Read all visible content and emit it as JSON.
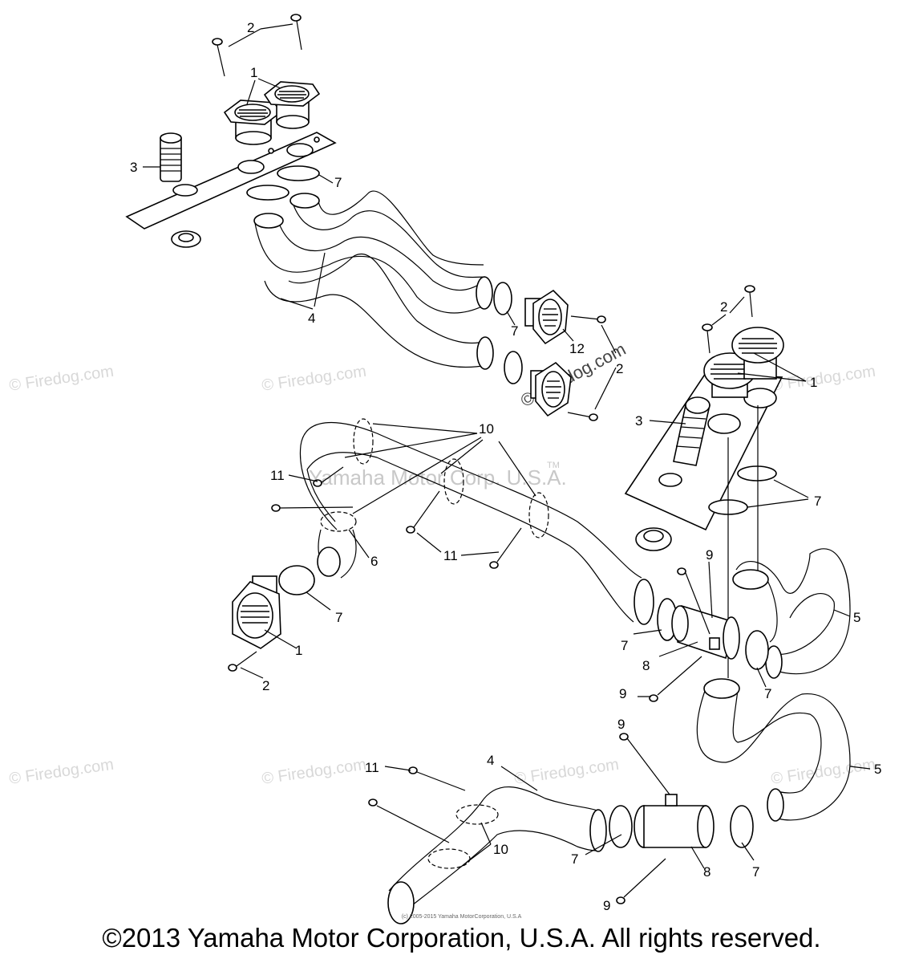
{
  "watermarks": {
    "firedog": "© Firedog.com",
    "corp": "Yamaha Motor Corp. U.S.A.",
    "tm": "TM"
  },
  "callouts": {
    "c1": "1",
    "c2": "2",
    "c3": "3",
    "c4": "4",
    "c5": "5",
    "c6": "6",
    "c7": "7",
    "c8": "8",
    "c9": "9",
    "c10": "10",
    "c11": "11",
    "c12": "12"
  },
  "footer": {
    "small_credit": "(c) 2005-2015 Yamaha MotorCorporation, U.S.A",
    "copyright": "©2013 Yamaha Motor Corporation, U.S.A. All rights reserved."
  }
}
